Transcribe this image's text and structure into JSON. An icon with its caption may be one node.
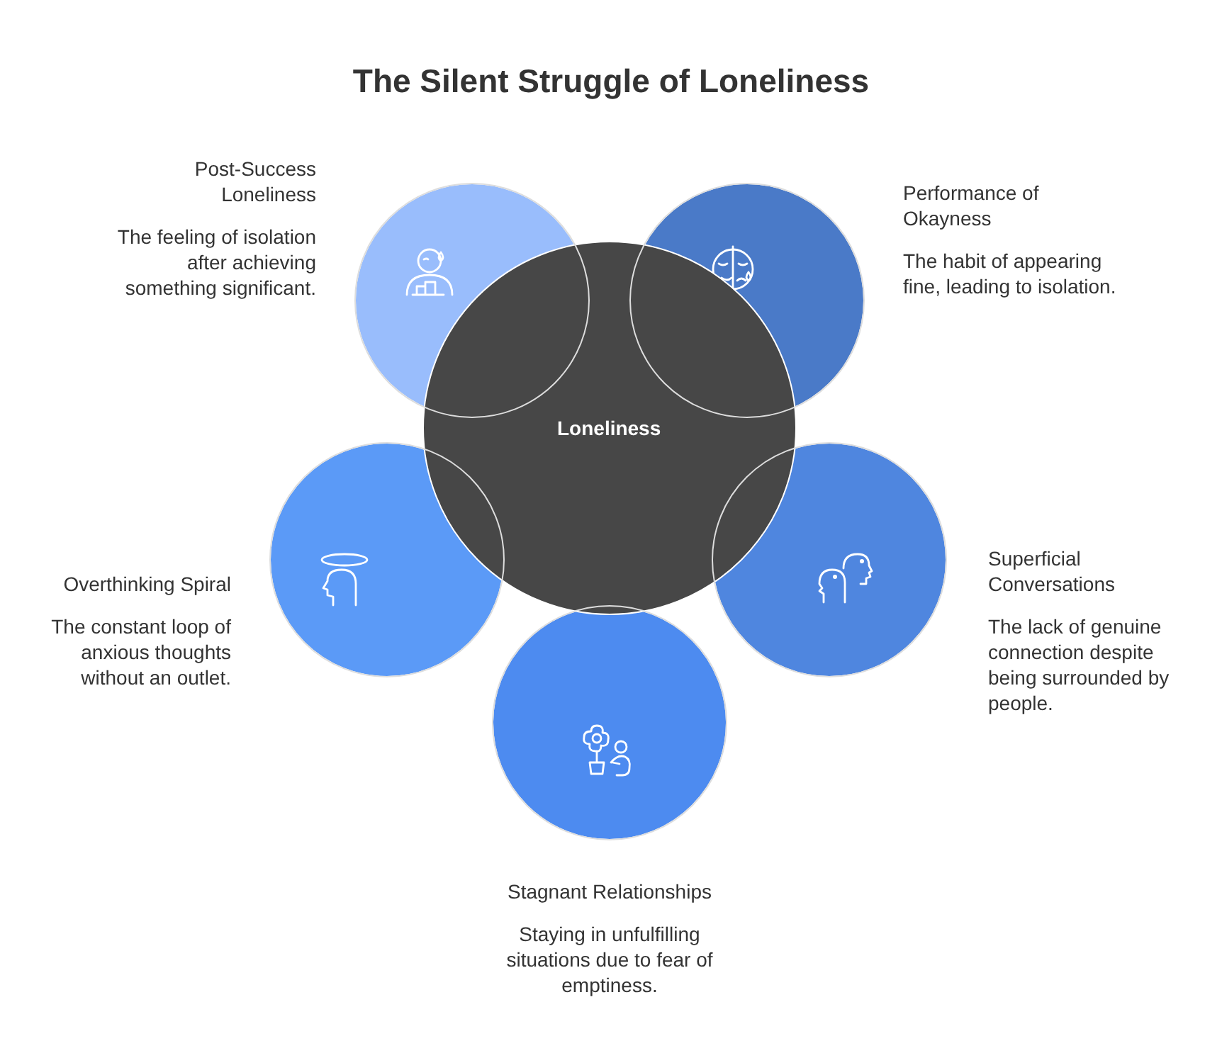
{
  "diagram": {
    "title": "The Silent Struggle of Loneliness",
    "nodes": [
      {
        "text": [
          "Loneliness"
        ]
      },
      {
        "text": [
          "Post-Success Loneliness",
          "The feeling of isolation after achieving something significant."
        ]
      },
      {
        "text": [
          "Performance of Okayness",
          "The habit of appearing fine, leading to isolation."
        ]
      },
      {
        "text": [
          "Superficial Conversations",
          "The lack of genuine connection despite being surrounded by people."
        ]
      },
      {
        "text": [
          "Overthinking Spiral",
          "The constant loop of anxious thoughts without an outlet."
        ]
      },
      {
        "text": [
          "Stagnant Relationships",
          "Staying in unfulfilling situations due to fear of emptiness."
        ]
      }
    ]
  }
}
